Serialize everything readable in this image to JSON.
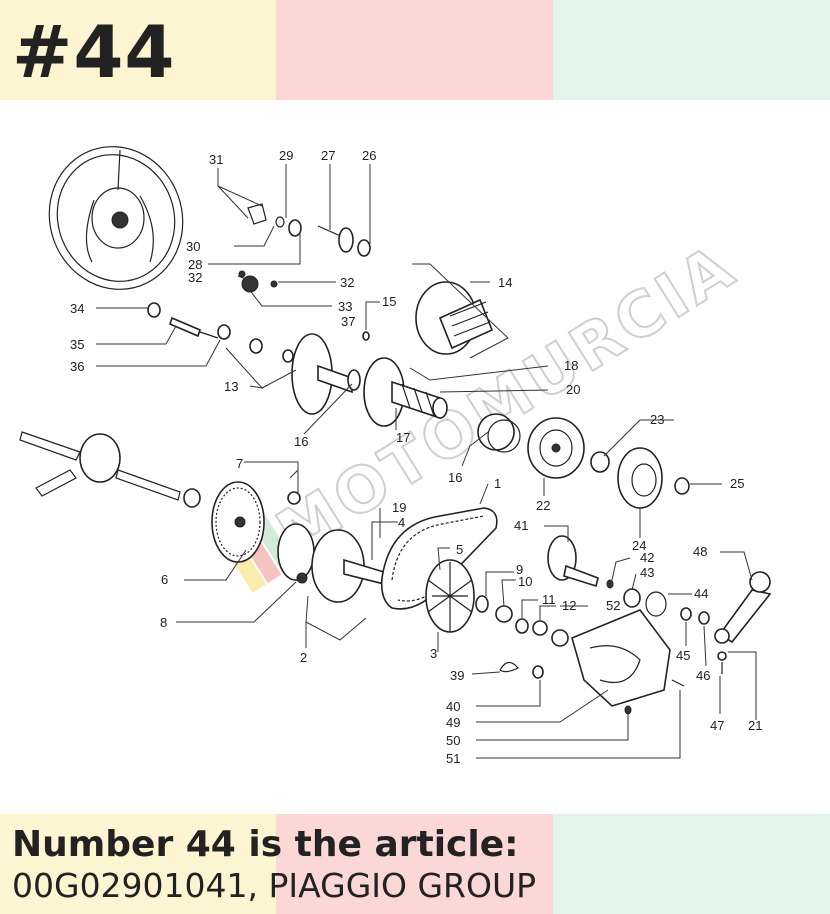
{
  "badge": "#44",
  "colors": {
    "band_yellow": "#fdf4d2",
    "band_pink": "#fbd7d5",
    "band_mint": "#e3f4ec",
    "text": "#222222"
  },
  "callouts": [
    "1",
    "2",
    "3",
    "4",
    "5",
    "6",
    "7",
    "8",
    "9",
    "10",
    "11",
    "12",
    "13",
    "14",
    "15",
    "16",
    "16",
    "17",
    "18",
    "19",
    "20",
    "21",
    "22",
    "23",
    "24",
    "25",
    "26",
    "27",
    "28",
    "29",
    "30",
    "31",
    "32",
    "32",
    "33",
    "34",
    "35",
    "36",
    "37",
    "39",
    "40",
    "41",
    "42",
    "43",
    "44",
    "45",
    "46",
    "47",
    "48",
    "49",
    "50",
    "51",
    "52"
  ],
  "watermark": "MOTOMURCIA",
  "caption": {
    "line1": "Number 44 is the article:",
    "line2": "00G02901041, PIAGGIO GROUP"
  }
}
